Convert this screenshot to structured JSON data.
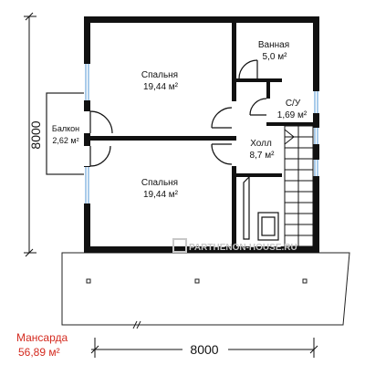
{
  "rooms": [
    {
      "name": "Спальня",
      "area": "19,44 м²"
    },
    {
      "name": "Ванная",
      "area": "5,0 м²"
    },
    {
      "name": "С/У",
      "area": "1,69 м²"
    },
    {
      "name": "Балкон",
      "area": "2,62 м²"
    },
    {
      "name": "Холл",
      "area": "8,7 м²"
    },
    {
      "name": "Спальня",
      "area": "19,44 м²"
    }
  ],
  "dimensions": {
    "vertical": "8000",
    "horizontal": "8000"
  },
  "floor_label": {
    "name": "Мансарда",
    "area": "56,89 м²"
  },
  "watermark": "PARTHENON-HOUSE.RU",
  "colors": {
    "wall": "#111111",
    "window": "#6fa8dc",
    "accent": "#d42a1f",
    "watermark": "#c8c8c8"
  }
}
